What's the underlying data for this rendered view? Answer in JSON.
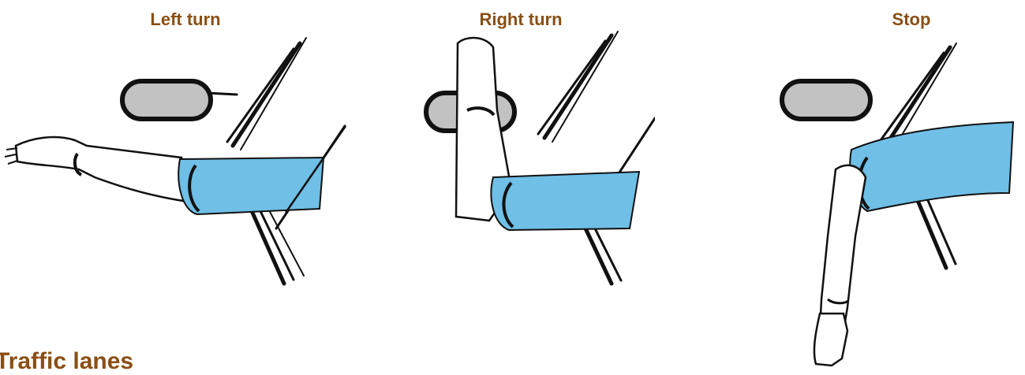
{
  "signals": [
    {
      "label": "Left turn"
    },
    {
      "label": "Right turn"
    },
    {
      "label": "Stop"
    }
  ],
  "section_heading": "Traffic lanes",
  "colors": {
    "title_brown": "#8a4f14",
    "sleeve_blue": "#6fbfe6",
    "mirror_gray": "#c2c2c2",
    "ink": "#111111"
  }
}
